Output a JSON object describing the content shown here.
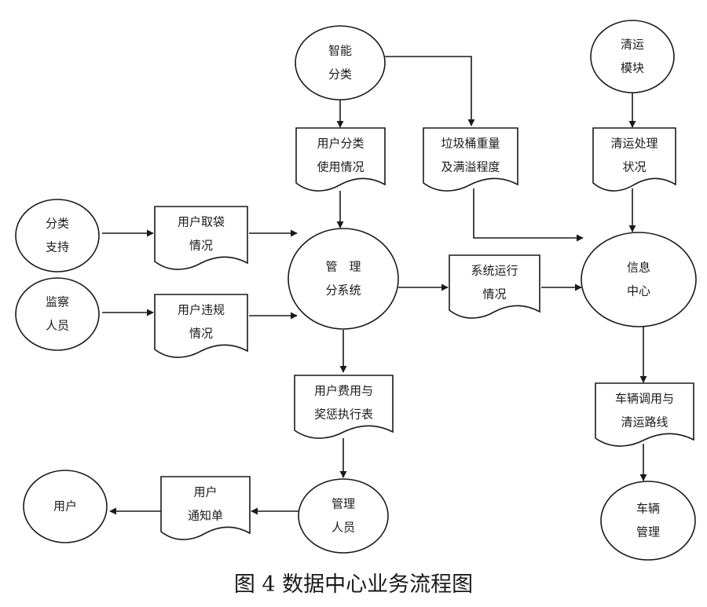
{
  "caption": "图 4  数据中心业务流程图",
  "nodes": {
    "zhinengfenlei": {
      "kind": "process",
      "lines": [
        "智能",
        "分类"
      ]
    },
    "qingyunmokuai": {
      "kind": "process",
      "lines": [
        "清运",
        "模块"
      ]
    },
    "yonghufenlei": {
      "kind": "document",
      "lines": [
        "用户分类",
        "使用情况"
      ]
    },
    "lajitong": {
      "kind": "document",
      "lines": [
        "垃圾桶重量",
        "及满溢程度"
      ]
    },
    "qingyunchuli": {
      "kind": "document",
      "lines": [
        "清运处理",
        "状况"
      ]
    },
    "fenleizhichi": {
      "kind": "process",
      "lines": [
        "分类",
        "支持"
      ]
    },
    "jianchaRenyuan": {
      "kind": "process",
      "lines": [
        "监察",
        "人员"
      ]
    },
    "yonghuqudai": {
      "kind": "document",
      "lines": [
        "用户取袋",
        "情况"
      ]
    },
    "yonghuweigui": {
      "kind": "document",
      "lines": [
        "用户违规",
        "情况"
      ]
    },
    "guanlifenxitong": {
      "kind": "process",
      "lines": [
        "管　理",
        "分系统"
      ]
    },
    "xitongyunxing": {
      "kind": "document",
      "lines": [
        "系统运行",
        "情况"
      ]
    },
    "xinxizhongxin": {
      "kind": "process",
      "lines": [
        "信息",
        "中心"
      ]
    },
    "yonghufeiyong": {
      "kind": "document",
      "lines": [
        "用户费用与",
        "奖惩执行表"
      ]
    },
    "cheliangdiaoyong": {
      "kind": "document",
      "lines": [
        "车辆调用与",
        "清运路线"
      ]
    },
    "guanlirenyuan": {
      "kind": "process",
      "lines": [
        "管理",
        "人员"
      ]
    },
    "yonghutongzhidan": {
      "kind": "document",
      "lines": [
        "用户",
        "通知单"
      ]
    },
    "yonghu": {
      "kind": "process",
      "lines": [
        "用户"
      ]
    },
    "cheliangguanli": {
      "kind": "process",
      "lines": [
        "车辆",
        "管理"
      ]
    }
  },
  "edges": [
    {
      "from": "zhinengfenlei",
      "to": "yonghufenlei"
    },
    {
      "from": "zhinengfenlei",
      "to": "lajitong"
    },
    {
      "from": "qingyunmokuai",
      "to": "qingyunchuli"
    },
    {
      "from": "yonghufenlei",
      "to": "guanlifenxitong"
    },
    {
      "from": "lajitong",
      "to": "xinxizhongxin"
    },
    {
      "from": "qingyunchuli",
      "to": "xinxizhongxin"
    },
    {
      "from": "fenleizhichi",
      "to": "yonghuqudai"
    },
    {
      "from": "yonghuqudai",
      "to": "guanlifenxitong"
    },
    {
      "from": "jianchaRenyuan",
      "to": "yonghuweigui"
    },
    {
      "from": "yonghuweigui",
      "to": "guanlifenxitong"
    },
    {
      "from": "guanlifenxitong",
      "to": "xitongyunxing"
    },
    {
      "from": "xitongyunxing",
      "to": "xinxizhongxin"
    },
    {
      "from": "guanlifenxitong",
      "to": "yonghufeiyong"
    },
    {
      "from": "yonghufeiyong",
      "to": "guanlirenyuan"
    },
    {
      "from": "guanlirenyuan",
      "to": "yonghutongzhidan"
    },
    {
      "from": "yonghutongzhidan",
      "to": "yonghu"
    },
    {
      "from": "xinxizhongxin",
      "to": "cheliangdiaoyong"
    },
    {
      "from": "cheliangdiaoyong",
      "to": "cheliangguanli"
    }
  ]
}
